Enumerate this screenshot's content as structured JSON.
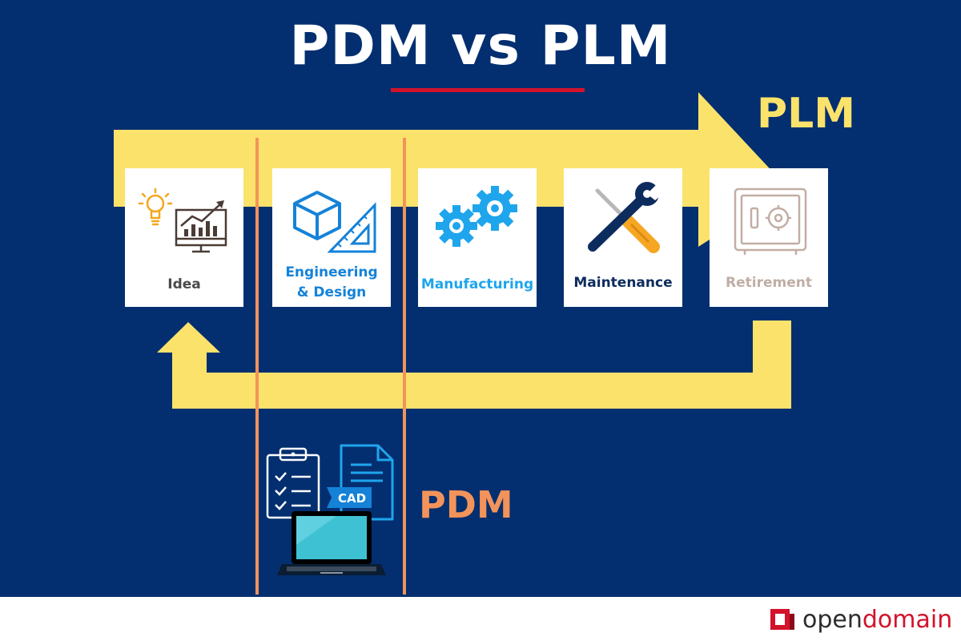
{
  "title": "PDM vs PLM",
  "plm_label": "PLM",
  "pdm_label": "PDM",
  "stages": [
    {
      "label_line1": "Idea",
      "label_line2": "",
      "color": "#4a4a4a"
    },
    {
      "label_line1": "Engineering",
      "label_line2": "& Design",
      "color": "#1582d8"
    },
    {
      "label_line1": "Manufacturing",
      "label_line2": "",
      "color": "#1fa5ec"
    },
    {
      "label_line1": "Maintenance",
      "label_line2": "",
      "color": "#0d2c5e"
    },
    {
      "label_line1": "Retirement",
      "label_line2": "",
      "color": "#bfaea5"
    }
  ],
  "pdm_icon": {
    "badge": "CAD"
  },
  "brand": {
    "prefix": "open",
    "suffix": "domain"
  },
  "colors": {
    "background": "#032f70",
    "arrow": "#fbe26b",
    "pdm_accent": "#f3935a",
    "underline": "#d3132b"
  }
}
